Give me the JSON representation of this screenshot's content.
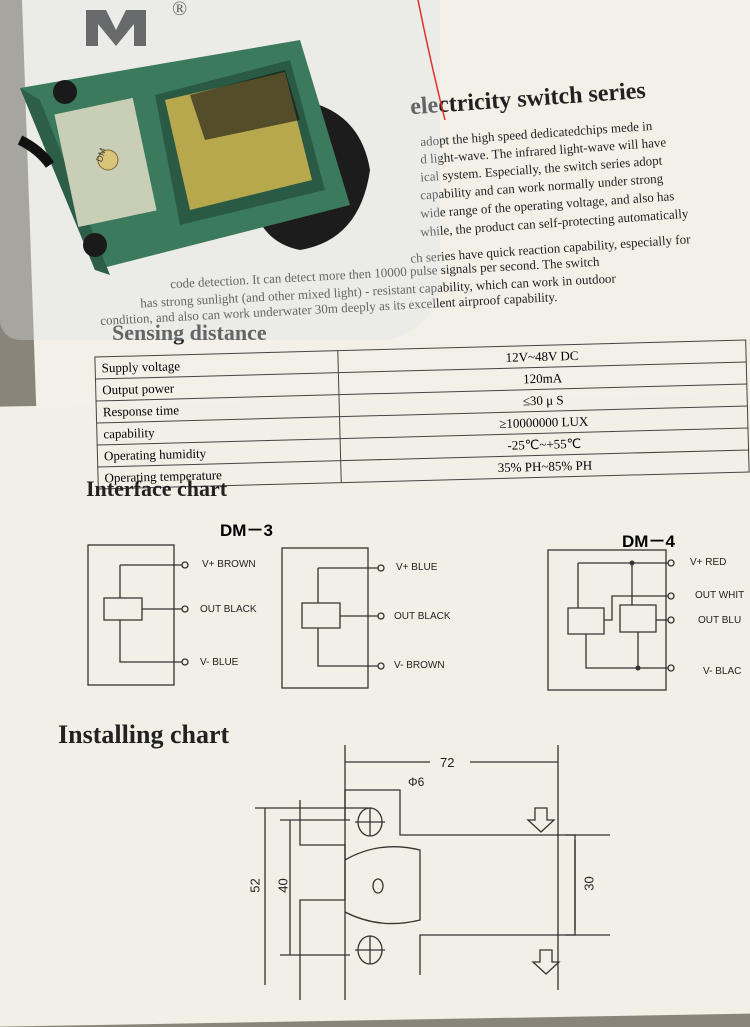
{
  "header": {
    "title": "electricity switch series",
    "logo_mark": "®"
  },
  "intro": {
    "lines": [
      "adopt the high speed dedicatedchips mede in",
      "d light-wave. The infrared light-wave will have",
      "ical system. Especially, the switch series adopt",
      "capability and can work normally under strong",
      "wide range of the operating voltage, and also has",
      "while, the product can self-protecting automatically",
      "ch series have quick reaction capability, especially for",
      "code detection. It can detect more then 10000 pulse signals per second. The switch",
      "has strong sunlight (and other mixed light) - resistant capability, which can work in outdoor",
      "condition, and also can work underwater 30m deeply as its excellent airproof capability."
    ]
  },
  "sensing": {
    "heading": "Sensing distance",
    "rows": [
      {
        "label": "Supply voltage",
        "value": "12V~48V DC"
      },
      {
        "label": "Output power",
        "value": "120mA"
      },
      {
        "label": "Response time",
        "value": "≤30 μ S"
      },
      {
        "label": "capability",
        "value": "≥10000000 LUX"
      },
      {
        "label": "Operating humidity",
        "value": "-25℃~+55℃"
      },
      {
        "label": "Operating temperature",
        "value": "35% PH~85% PH"
      }
    ]
  },
  "interface": {
    "heading": "Interface chart",
    "dm3": {
      "name": "DM－3"
    },
    "dm4": {
      "name": "DM－4"
    },
    "d1": [
      "V+ BROWN",
      "OUT BLACK",
      "V- BLUE"
    ],
    "d2": [
      "V+ BLUE",
      "OUT BLACK",
      "V- BROWN"
    ],
    "d3": [
      "V+ RED",
      "OUT WHIT",
      "OUT BLU",
      "V- BLAC"
    ]
  },
  "installing": {
    "heading": "Installing chart",
    "dim_width": "72",
    "dim_hole": "Φ6",
    "dim_52": "52",
    "dim_40": "40",
    "dim_30": "30"
  },
  "device_label": {
    "brand": "DM"
  }
}
